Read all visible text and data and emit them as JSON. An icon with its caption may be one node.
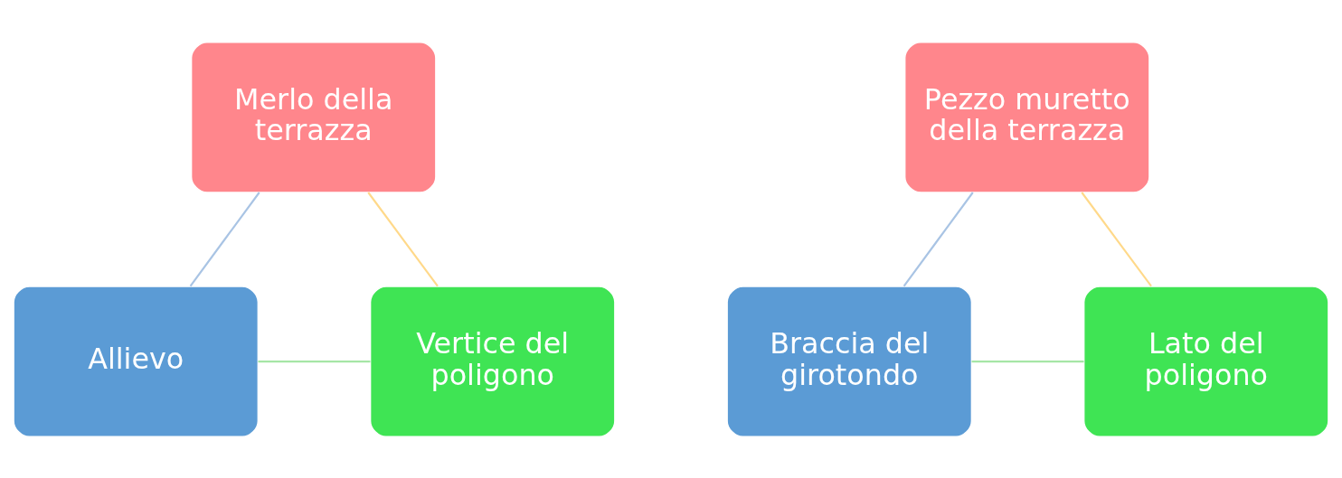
{
  "diagram": {
    "nodes": [
      {
        "text": [
          "Merlo della terrazza"
        ]
      },
      {
        "text": [
          "Allievo"
        ]
      },
      {
        "text": [
          "Vertice del poligono"
        ]
      },
      {
        "text": [
          "Pezzo muretto della terrazza"
        ]
      },
      {
        "text": [
          "Braccia del girotondo"
        ]
      },
      {
        "text": [
          "Lato del poligono"
        ]
      }
    ],
    "edges": [
      {
        "from": 0,
        "to": 2,
        "arrow": "none",
        "color": "#ffd98a"
      },
      {
        "from": 2,
        "to": 1,
        "arrow": "none",
        "color": "#a6e6a6"
      },
      {
        "from": 1,
        "to": 0,
        "arrow": "none",
        "color": "#a9c4e4"
      },
      {
        "from": 3,
        "to": 5,
        "arrow": "none",
        "color": "#ffd98a"
      },
      {
        "from": 5,
        "to": 4,
        "arrow": "none",
        "color": "#a6e6a6"
      },
      {
        "from": 4,
        "to": 3,
        "arrow": "none",
        "color": "#a9c4e4"
      }
    ]
  }
}
